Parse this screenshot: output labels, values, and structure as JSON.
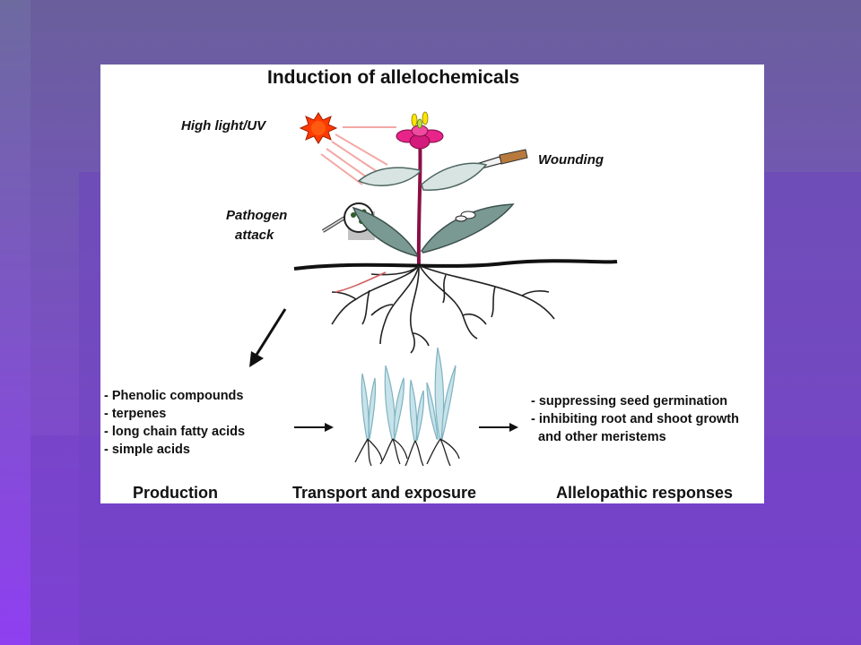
{
  "figure": {
    "title": "Induction of allelochemicals",
    "factors": {
      "light": "High light/UV",
      "wounding": "Wounding",
      "pathogen_line1": "Pathogen",
      "pathogen_line2": "attack"
    },
    "compounds": [
      "- Phenolic compounds",
      "- terpenes",
      "- long chain fatty acids",
      "- simple acids"
    ],
    "responses": [
      "- suppressing seed germination",
      "- inhibiting root and shoot growth",
      "  and other meristems"
    ],
    "stages": {
      "production": "Production",
      "transport": "Transport and exposure",
      "responses": "Allelopathic responses"
    }
  },
  "colors": {
    "sun": "#ff3a00",
    "flower": "#e8248a",
    "stem": "#8b1046",
    "leaf": "#6e8f86",
    "soil_line": "#111111",
    "seedling": "#a9d0da"
  }
}
